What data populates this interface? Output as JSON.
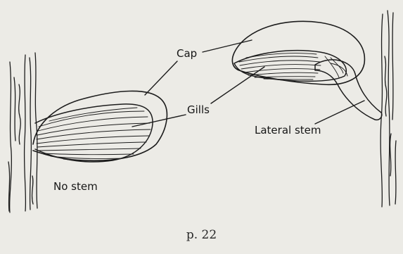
{
  "labels": {
    "cap": "Cap",
    "gills": "Gills",
    "no_stem": "No stem",
    "lateral_stem": "Lateral stem"
  },
  "page_number": "p. 22",
  "colors": {
    "paper": "#ecebe6",
    "ink": "#1c1c1c"
  }
}
